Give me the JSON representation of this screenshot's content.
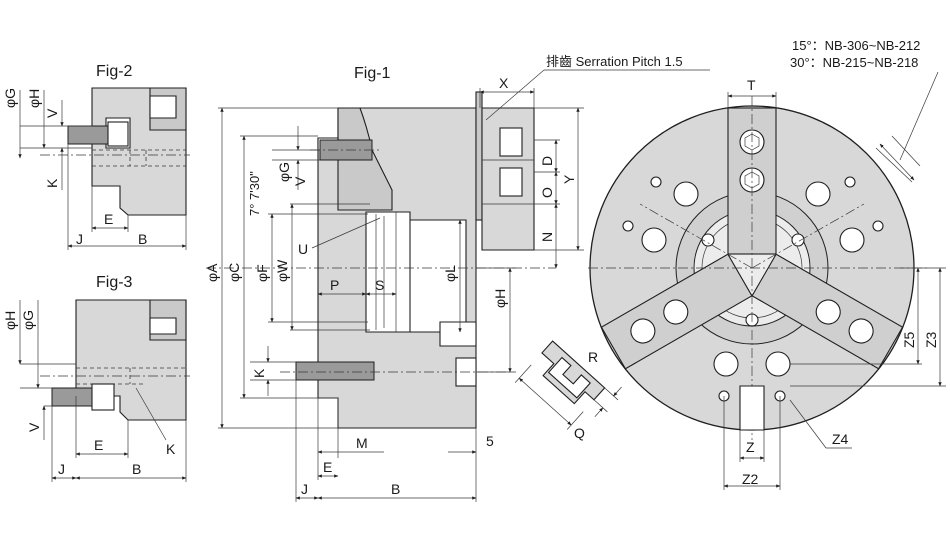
{
  "figures": {
    "fig1": "Fig-1",
    "fig2": "Fig-2",
    "fig3": "Fig-3"
  },
  "notes": {
    "serration": "排齒 Serration Pitch 1.5",
    "angle15": "15°：NB-306~NB-212",
    "angle30": "30°：NB-215~NB-218",
    "taper": "7° 7'30\""
  },
  "dimensions": {
    "fig1_phiA": "φA",
    "fig1_phiC": "φC",
    "fig1_phiF": "φF",
    "fig1_phiW": "φW",
    "fig1_phiG": "φG",
    "fig1_phiL": "φL",
    "fig1_phiH": "φH",
    "fig1_V": "V",
    "fig1_U": "U",
    "fig1_P": "P",
    "fig1_S": "S",
    "fig1_K": "K",
    "fig1_M": "M",
    "fig1_5": "5",
    "fig1_E": "E",
    "fig1_J": "J",
    "fig1_B": "B",
    "jaw_X": "X",
    "jaw_D": "D",
    "jaw_O": "O",
    "jaw_Y": "Y",
    "jaw_N": "N",
    "jaw_R": "R",
    "jaw_Q": "Q",
    "front_T": "T",
    "front_Z": "Z",
    "front_Z2": "Z2",
    "front_Z3": "Z3",
    "front_Z4": "Z4",
    "front_Z5": "Z5",
    "fig2_phiG": "φG",
    "fig2_phiH": "φH",
    "fig2_V": "V",
    "fig2_K": "K",
    "fig2_E": "E",
    "fig2_J": "J",
    "fig2_B": "B",
    "fig3_phiH": "φH",
    "fig3_phiG": "φG",
    "fig3_V": "V",
    "fig3_K": "K",
    "fig3_E": "E",
    "fig3_J": "J",
    "fig3_B": "B"
  }
}
